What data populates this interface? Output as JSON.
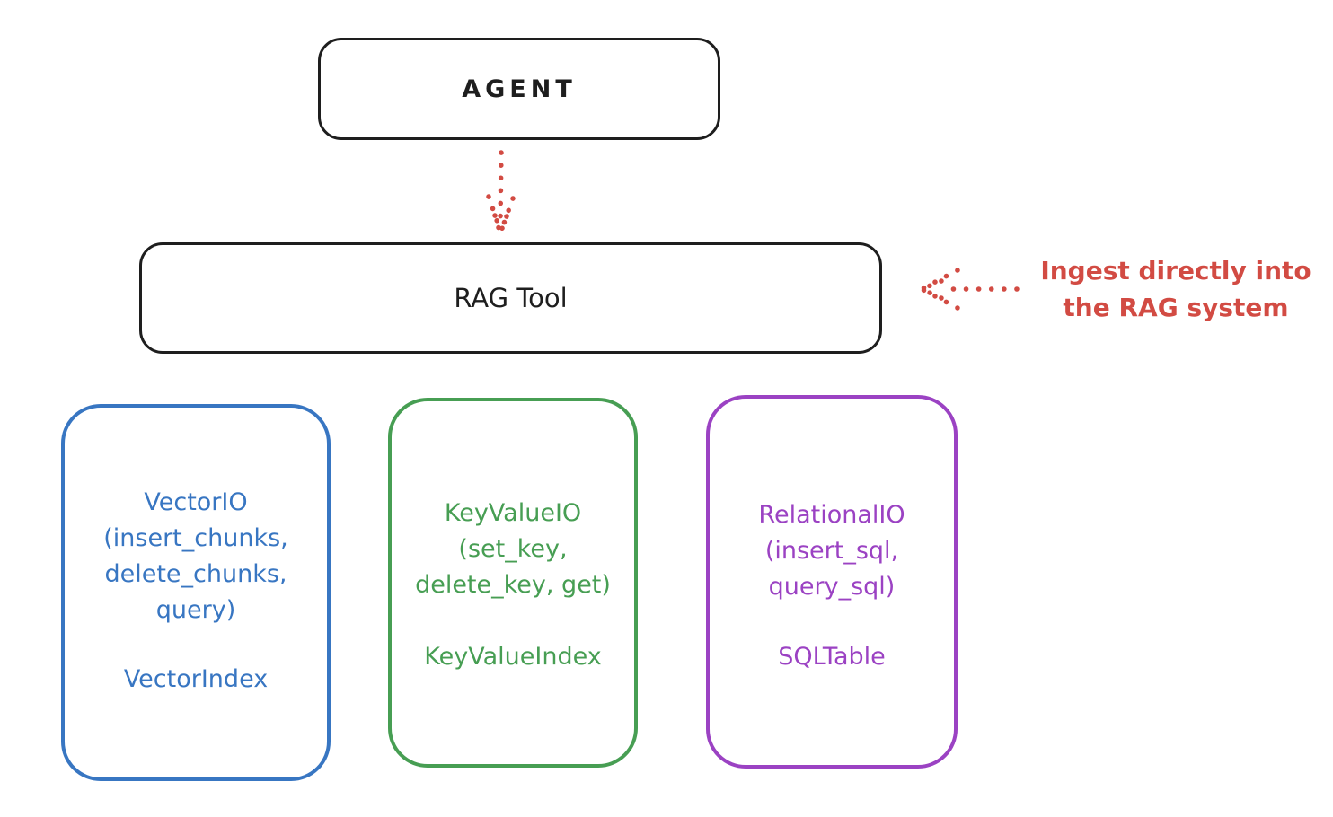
{
  "agent": {
    "label": "AGENT"
  },
  "rag_tool": {
    "label": "RAG Tool"
  },
  "annotation": {
    "lines": [
      "Ingest directly into",
      "the RAG system"
    ],
    "color": "#d24b43"
  },
  "arrows": [
    {
      "name": "agent-to-rag-tool",
      "style": "dotted",
      "direction": "down",
      "color": "#d24b43"
    },
    {
      "name": "ingest-into-rag-tool",
      "style": "dotted",
      "direction": "left",
      "color": "#d24b43"
    }
  ],
  "backends": [
    {
      "name": "vector-io",
      "color": "#3876c2",
      "lines": [
        "VectorIO",
        "(insert_chunks,",
        "delete_chunks,",
        "query)"
      ],
      "index_label": "VectorIndex"
    },
    {
      "name": "key-value-io",
      "color": "#479e53",
      "lines": [
        "KeyValueIO",
        "(set_key,",
        "delete_key, get)"
      ],
      "index_label": "KeyValueIndex"
    },
    {
      "name": "relational-io",
      "color": "#9b42c3",
      "lines": [
        "RelationalIO",
        "(insert_sql,",
        "query_sql)"
      ],
      "index_label": "SQLTable"
    }
  ],
  "colors": {
    "stroke": "#1e1e1e",
    "red": "#d24b43",
    "blue": "#3876c2",
    "green": "#479e53",
    "purple": "#9b42c3",
    "background": "#ffffff"
  }
}
